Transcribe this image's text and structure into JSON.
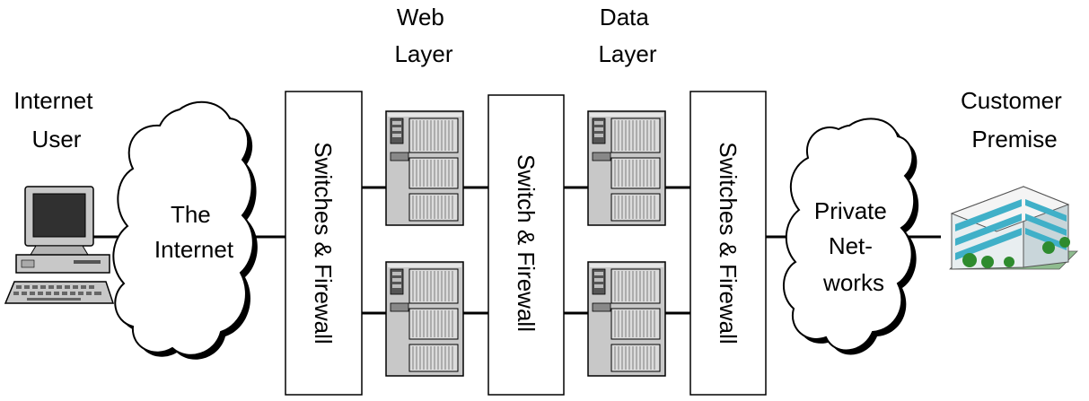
{
  "labels": {
    "internet_user": [
      "Internet",
      "User"
    ],
    "web_layer": [
      "Web",
      "Layer"
    ],
    "data_layer": [
      "Data",
      "Layer"
    ],
    "customer_premise": [
      "Customer",
      "Premise"
    ],
    "internet_cloud": [
      "The",
      "Internet"
    ],
    "private_cloud": [
      "Private",
      "Net-",
      "works"
    ],
    "switch_box_1": "Switches & Firewall",
    "switch_box_2": "Switch & Firewall",
    "switch_box_3": "Switches & Firewall"
  },
  "icons": {
    "user_computer": "desktop-computer-icon",
    "server": "server-tower-icon",
    "building": "office-building-icon",
    "cloud": "cloud-icon"
  },
  "colors": {
    "stroke": "#000000",
    "server_body": "#c8c8c8",
    "monitor_screen": "#303030",
    "building_glass": "#40b0c8",
    "tree_green": "#2e8b2e"
  }
}
